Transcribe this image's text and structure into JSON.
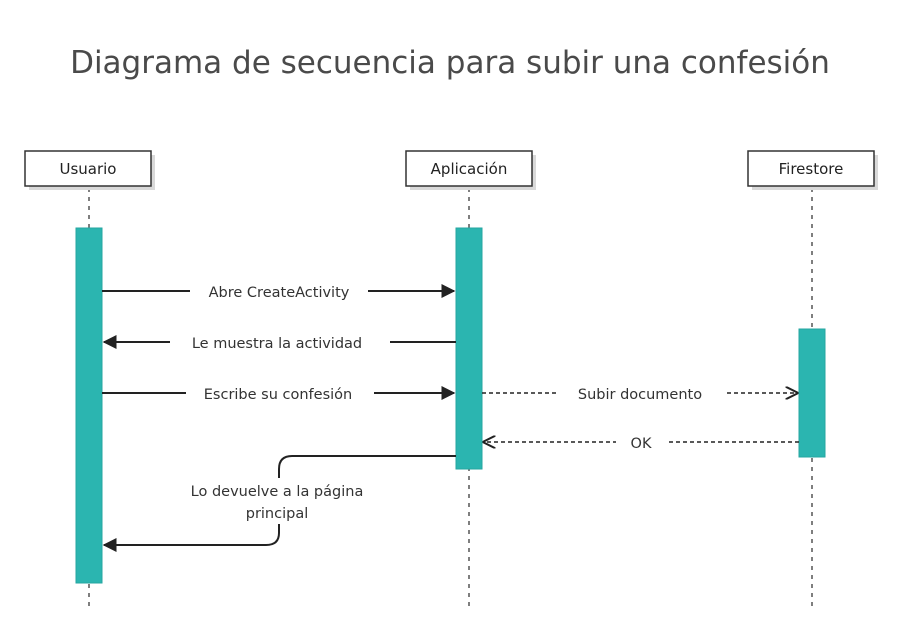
{
  "title": "Diagrama de secuencia para subir una confesión",
  "participants": {
    "usuario": "Usuario",
    "aplicacion": "Aplicación",
    "firestore": "Firestore"
  },
  "messages": {
    "m1": "Abre CreateActivity",
    "m2": "Le muestra la actividad",
    "m3": "Escribe su confesión",
    "m4": "Subir documento",
    "m5": "OK",
    "m6_line1": "Lo devuelve a la página",
    "m6_line2": "principal"
  },
  "colors": {
    "activation": "#2bb5b0",
    "line": "#222222"
  }
}
